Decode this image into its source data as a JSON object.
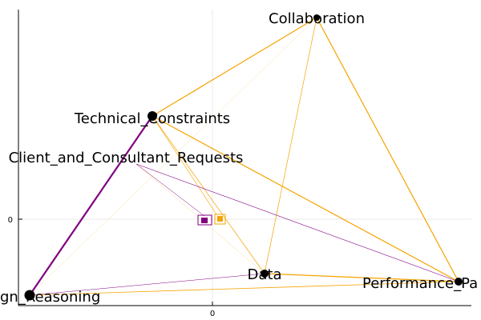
{
  "axes": {
    "x_tick_label": "0",
    "y_tick_label": "0"
  },
  "colors": {
    "orange": "#f5a300",
    "purple": "#800080",
    "node": "#000000",
    "grid": "#e8e8e8"
  },
  "nodes": [
    {
      "id": "collaboration",
      "label": "Collaboration"
    },
    {
      "id": "technical",
      "label": "Technical_Constraints"
    },
    {
      "id": "client",
      "label": "Client_and_Consultant_Requests"
    },
    {
      "id": "data",
      "label": "Data"
    },
    {
      "id": "performance",
      "label": "Performance_Pa"
    },
    {
      "id": "design",
      "label": "gn_Reasoning"
    }
  ],
  "legend": {
    "marker_shapes": [
      "square",
      "square"
    ],
    "marker_colors": [
      "#800080",
      "#f5a300"
    ]
  }
}
